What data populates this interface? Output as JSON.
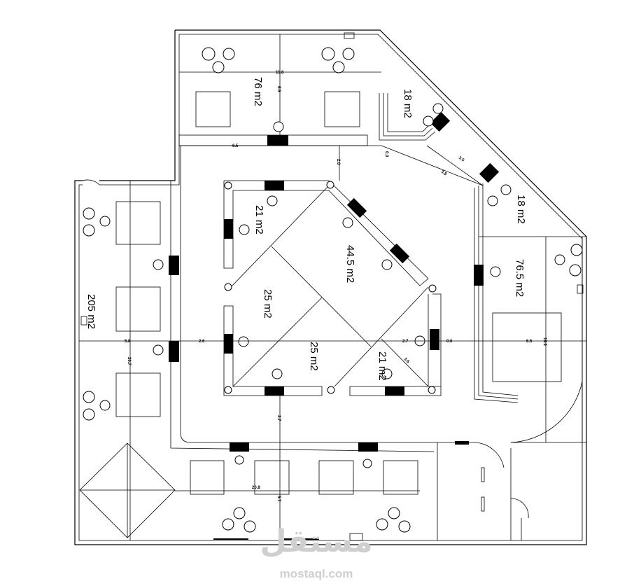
{
  "plan": {
    "rooms": [
      {
        "id": "top-office",
        "area": "76 m2"
      },
      {
        "id": "corner-upper",
        "area": "18 m2"
      },
      {
        "id": "corner-lower",
        "area": "18 m2"
      },
      {
        "id": "right-office",
        "area": "76.5 m2"
      },
      {
        "id": "open-office",
        "area": "205 m2"
      },
      {
        "id": "core-top-left",
        "area": "21 m2"
      },
      {
        "id": "core-center",
        "area": "44.5 m2"
      },
      {
        "id": "core-left",
        "area": "25 m2"
      },
      {
        "id": "core-bottom",
        "area": "25 m2"
      },
      {
        "id": "core-right",
        "area": "21 m2"
      }
    ],
    "dimensions": {
      "top_width": "11.8",
      "top_depth": "6.5",
      "top_wall": "6.5",
      "corridor_top": "2.0",
      "corner_gap": "0.0",
      "diag_a": "3.5",
      "diag_b": "3.8",
      "left_depth": "5.8",
      "left_corridor": "2.6",
      "right_corridor": "2.7",
      "right_gap": "0.0",
      "right_depth": "6.5",
      "right_height": "19.9",
      "left_height": "20.7",
      "bottom_corridor": "2.7",
      "bottom_width": "20.8",
      "bottom_depth": "5.7",
      "core_diag": "3.6"
    }
  },
  "watermark": {
    "arabic": "مستقل",
    "latin": "mostaql.com"
  }
}
